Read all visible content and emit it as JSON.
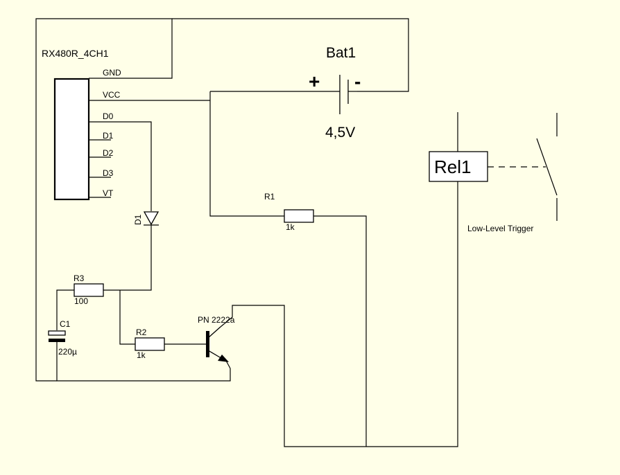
{
  "receiver": {
    "name": "RX480R_4CH1",
    "pins": [
      "GND",
      "VCC",
      "D0",
      "D1",
      "D2",
      "D3",
      "VT"
    ]
  },
  "battery": {
    "name": "Bat1",
    "voltage": "4,5V",
    "plus_sign": "+",
    "minus_sign": "-"
  },
  "relay": {
    "name": "Rel1",
    "note": "Low-Level Trigger"
  },
  "resistors": {
    "r1": {
      "name": "R1",
      "value": "1k"
    },
    "r2": {
      "name": "R2",
      "value": "1k"
    },
    "r3": {
      "name": "R3",
      "value": "100"
    }
  },
  "capacitor": {
    "name": "C1",
    "value": "220µ"
  },
  "diode": {
    "name": "D1"
  },
  "transistor": {
    "name": "PN 2222a"
  }
}
